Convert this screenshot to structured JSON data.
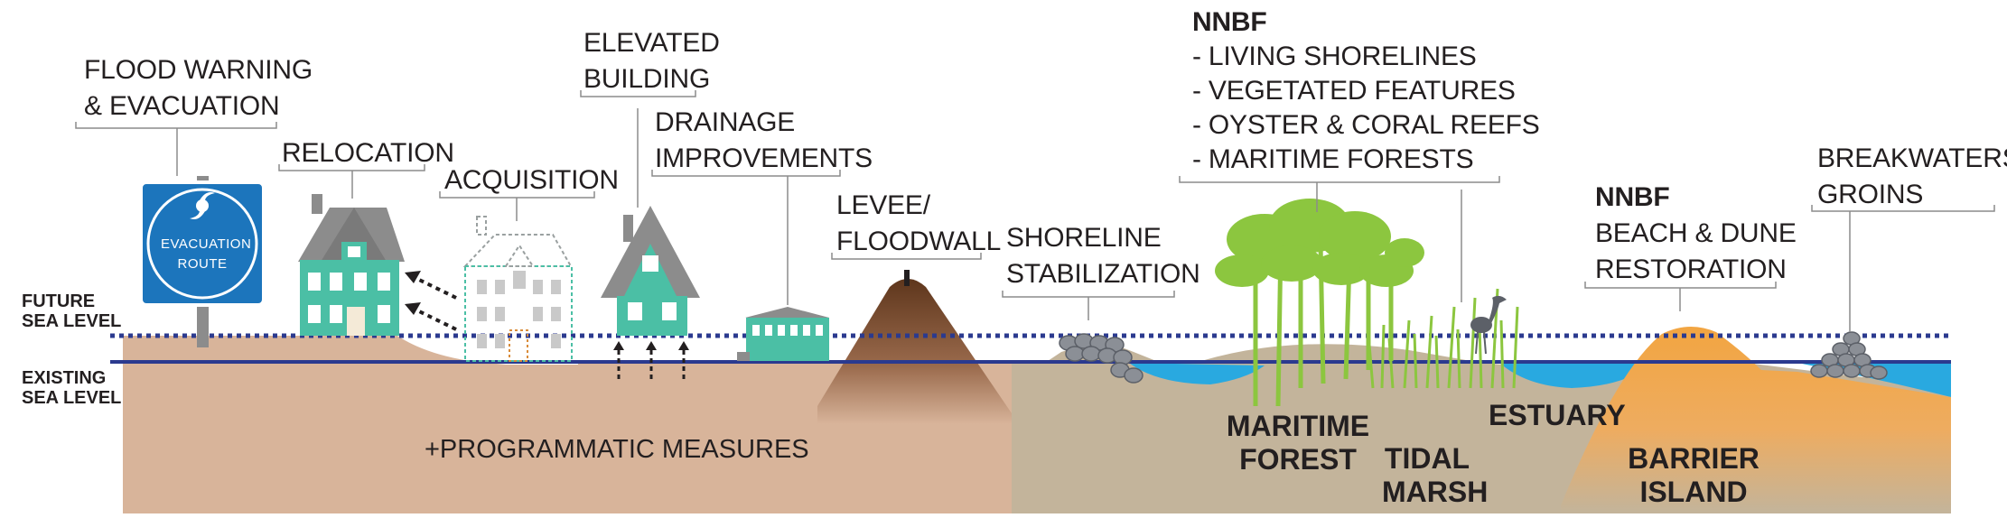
{
  "labels": {
    "flood_warning": [
      "FLOOD WARNING",
      "& EVACUATION"
    ],
    "relocation": [
      "RELOCATION"
    ],
    "acquisition": [
      "ACQUISITION"
    ],
    "elevated_building": [
      "ELEVATED",
      "BUILDING"
    ],
    "drainage": [
      "DRAINAGE",
      "IMPROVEMENTS"
    ],
    "levee": [
      "LEVEE/",
      "FLOODWALL"
    ],
    "shoreline": [
      "SHORELINE",
      "STABILIZATION"
    ],
    "nnbf_top": {
      "title": "NNBF",
      "items": [
        "- LIVING SHORELINES",
        "- VEGETATED FEATURES",
        "- OYSTER & CORAL REEFS",
        "- MARITIME FORESTS"
      ]
    },
    "nnbf_beach": {
      "title": "NNBF",
      "items": [
        "BEACH & DUNE",
        "RESTORATION"
      ]
    },
    "breakwaters": [
      "BREAKWATERS",
      "GROINS"
    ]
  },
  "sign": [
    "EVACUATION",
    "ROUTE"
  ],
  "sea_levels": {
    "future": [
      "FUTURE",
      "SEA LEVEL"
    ],
    "existing": [
      "EXISTING",
      "SEA LEVEL"
    ]
  },
  "ground_text": "+PROGRAMMATIC MEASURES",
  "zones": {
    "maritime_forest": [
      "MARITIME",
      "FOREST"
    ],
    "tidal_marsh": [
      "TIDAL",
      "MARSH"
    ],
    "estuary": [
      "ESTUARY"
    ],
    "barrier_island": [
      "BARRIER",
      "ISLAND"
    ]
  },
  "colors": {
    "developed_ground": "#d8b49a",
    "natural_ground": "#c3b49b",
    "water": "#29a9e0",
    "sea_line": "#2b3a8f",
    "house_teal": "#4bbfa5",
    "roof_gray": "#8c8c8c",
    "levee_brown": "#6b3f22",
    "dune_orange": "#f2a541",
    "vegetation_green": "#8cc63f",
    "sign_blue": "#1c75bc"
  }
}
